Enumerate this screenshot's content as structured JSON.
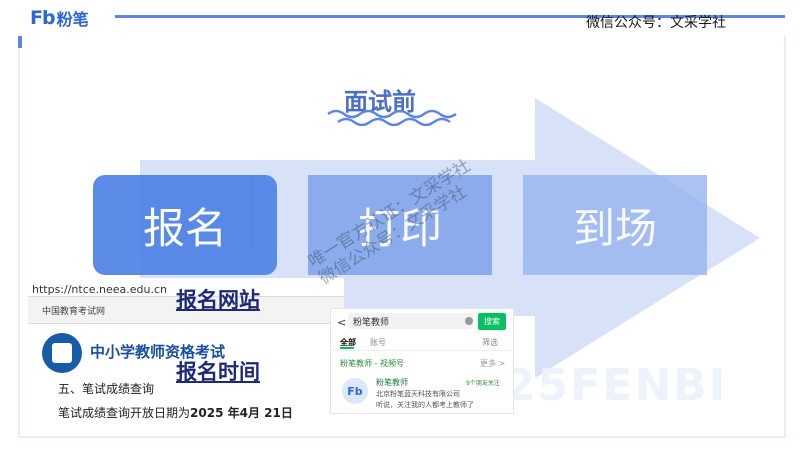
{
  "header": {
    "logo_fb": "Fb",
    "logo_text": "粉笔",
    "wechat": "微信公众号：文采学社"
  },
  "slide": {
    "phase_title": "面试前",
    "steps": [
      "报名",
      "打印",
      "到场"
    ],
    "watermark_line1": "唯一官方认证：文采学社",
    "watermark_line2": "微信公众号：文采学社",
    "watermark_bg": "25FENBI"
  },
  "labels": {
    "site": "报名网站",
    "time": "报名时间"
  },
  "website": {
    "url": "https://ntce.neea.edu.cn",
    "bar_name": "中国教育考试网",
    "title": "中小学教师资格考试",
    "notice_head": "五、笔试成绩查询",
    "notice_line_prefix": "笔试成绩查询开放日期为",
    "notice_line_date": "2025 年4月  21日"
  },
  "phone": {
    "back": "<",
    "query": "粉笔教师",
    "search_btn": "搜索",
    "tab_all": "全部",
    "tab_account": "账号",
    "filter": "筛选",
    "section": "粉笔教师 - 视频号",
    "more": "更多 >",
    "avatar": "Fb",
    "name": "粉笔教师",
    "friends": "9个朋友关注",
    "company": "北京粉笔蓝天科技有限公司",
    "desc": "听说，关注我的人都考上教师了"
  },
  "colors": {
    "brand": "#2e66d6",
    "step1": "#4f82e6",
    "step2": "#7ea2ea",
    "step3": "#9ab6ef",
    "label": "#1e2a78",
    "wechat_green": "#07c160"
  }
}
